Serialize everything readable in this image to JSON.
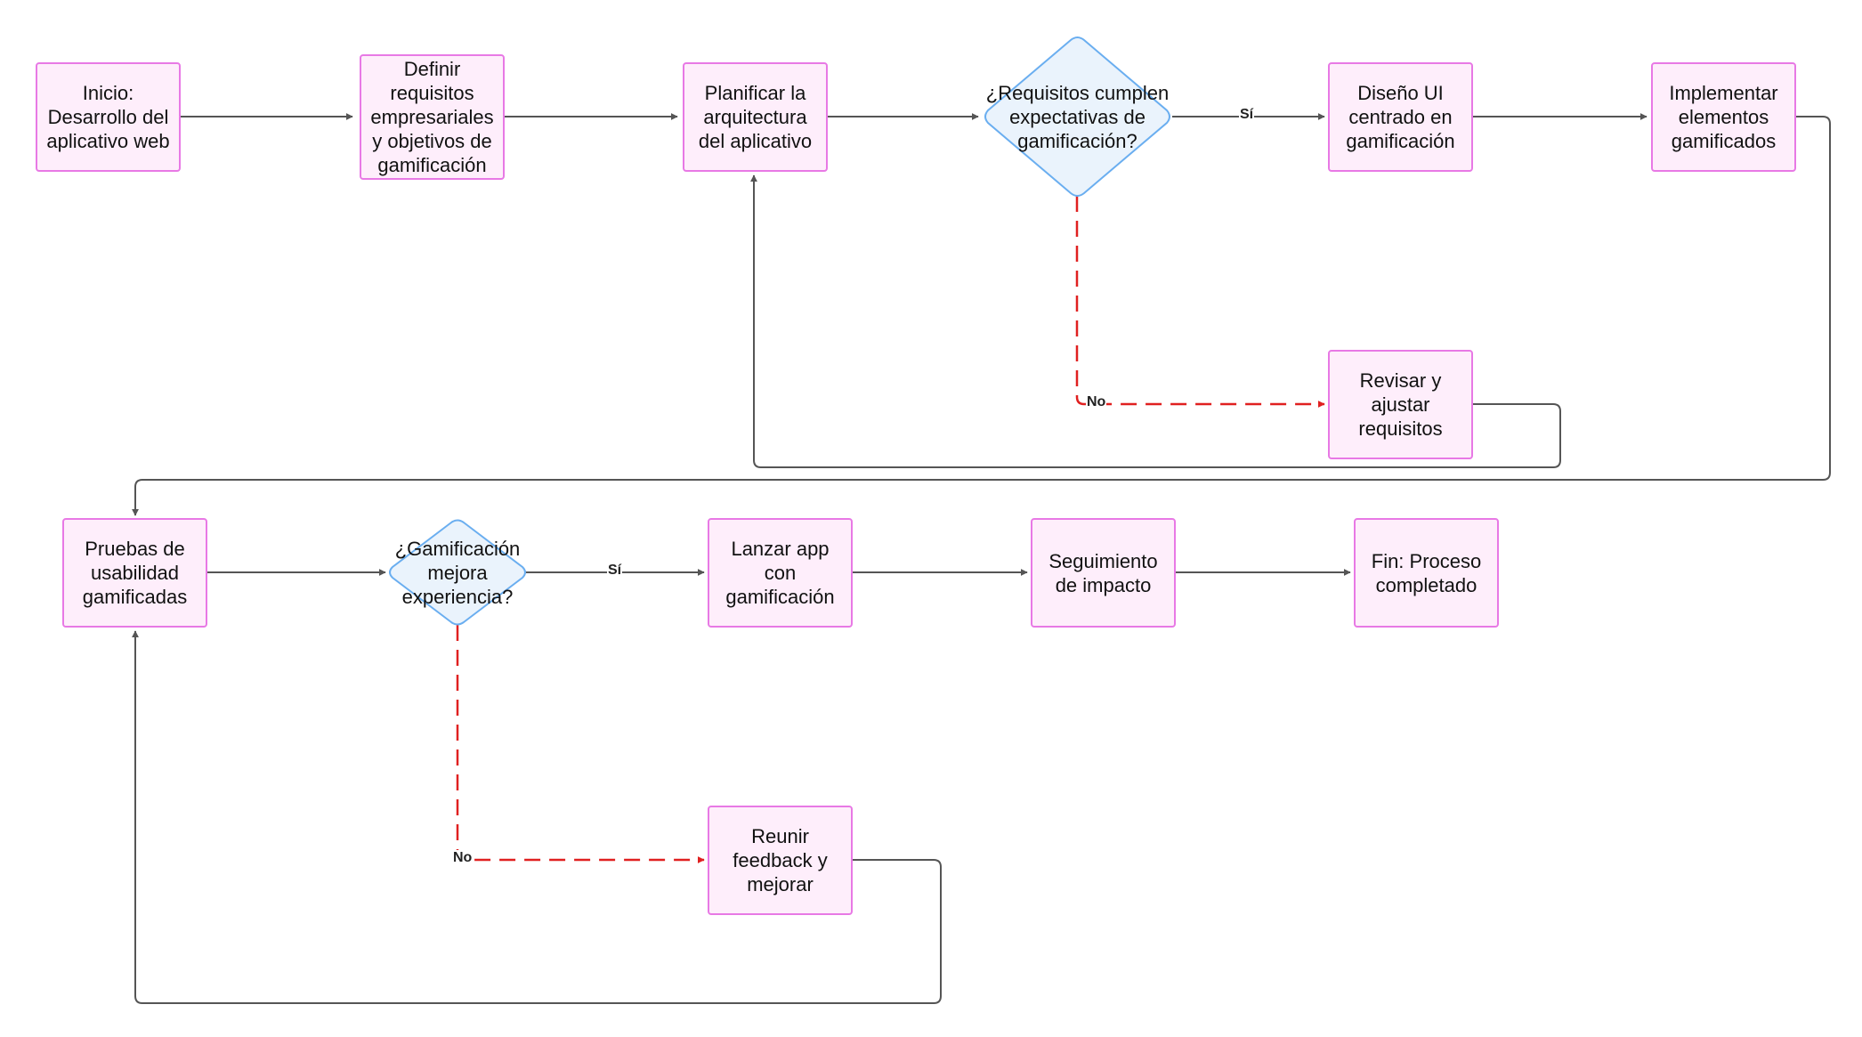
{
  "nodes": {
    "inicio": "Inicio: Desarrollo del aplicativo web",
    "definir": "Definir requisitos empresariales y objetivos de gamificación",
    "planificar": "Planificar la arquitectura del aplicativo",
    "req_decision": "¿Requisitos cumplen expectativas de gamificación?",
    "diseno": "Diseño UI centrado en gamificación",
    "implementar": "Implementar elementos gamificados",
    "revisar": "Revisar y ajustar requisitos",
    "pruebas": "Pruebas de usabilidad gamificadas",
    "gam_decision": "¿Gamificación mejora experiencia?",
    "lanzar": "Lanzar app con gamificación",
    "seguimiento": "Seguimiento de impacto",
    "fin": "Fin: Proceso completado",
    "reunir": "Reunir feedback y mejorar"
  },
  "edges": {
    "req_si": "Sí",
    "req_no": "No",
    "gam_si": "Sí",
    "gam_no": "No"
  },
  "colors": {
    "box_fill": "#feeefb",
    "box_border": "#e879e5",
    "decision_fill": "#eaf3fc",
    "decision_border": "#6aaef0",
    "edge": "#555555",
    "no_edge": "#e02020"
  }
}
